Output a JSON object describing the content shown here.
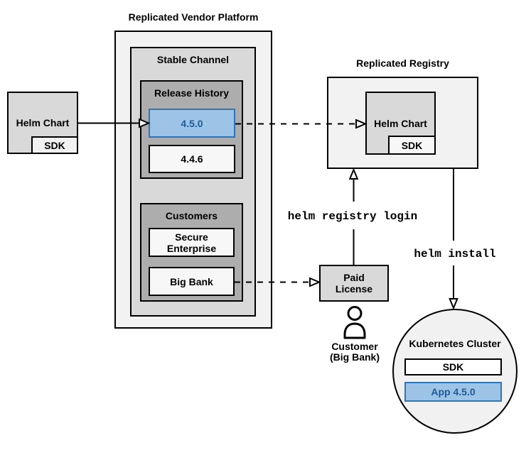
{
  "vendor_platform": {
    "title": "Replicated Vendor Platform",
    "stable_channel": {
      "title": "Stable Channel",
      "release_history": {
        "title": "Release History",
        "releases": [
          "4.5.0",
          "4.4.6"
        ],
        "highlighted_release": "4.5.0"
      },
      "customers": {
        "title": "Customers",
        "items": [
          "Secure\nEnterprise",
          "Big Bank"
        ]
      }
    }
  },
  "helm_chart_source": {
    "label": "Helm Chart",
    "sdk_label": "SDK"
  },
  "registry": {
    "title": "Replicated Registry",
    "helm_chart_label": "Helm Chart",
    "sdk_label": "SDK"
  },
  "license": {
    "label": "Paid\nLicense",
    "customer_caption": "Customer\n(Big Bank)"
  },
  "commands": {
    "registry_login": "helm registry login",
    "install": "helm install"
  },
  "cluster": {
    "title": "Kubernetes Cluster",
    "sdk_label": "SDK",
    "app_label": "App 4.5.0"
  },
  "colors": {
    "highlight_fill": "#9DC3E6",
    "highlight_border": "#2E75B6",
    "highlight_text": "#1F5C99",
    "container_light": "#F2F2F2",
    "container_mid": "#D9D9D9",
    "container_dark": "#ADADAD",
    "line": "#000000"
  }
}
